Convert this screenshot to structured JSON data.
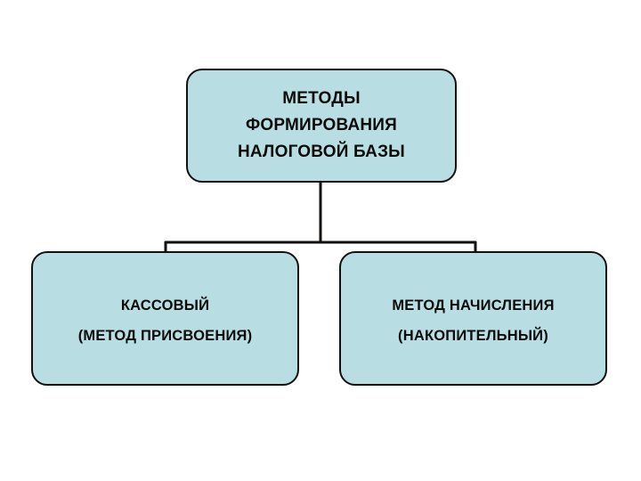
{
  "diagram": {
    "title": "МЕТОДЫ ФОРМИРОВАНИЯ НАЛОГОВОЙ БАЗЫ",
    "orientation": "top-down",
    "colors": {
      "node_fill": "#b8dee4",
      "node_border": "#13110f",
      "text": "#0d0c0b",
      "connector": "#13110f",
      "background": "#ffffff"
    },
    "root": {
      "id": "root",
      "lines": [
        "МЕТОДЫ",
        "ФОРМИРОВАНИЯ",
        "НАЛОГОВОЙ БАЗЫ"
      ]
    },
    "children": [
      {
        "id": "cash-method",
        "lines": [
          "КАССОВЫЙ",
          "(МЕТОД ПРИСВОЕНИЯ)"
        ]
      },
      {
        "id": "accrual-method",
        "lines": [
          "МЕТОД НАЧИСЛЕНИЯ",
          "(НАКОПИТЕЛЬНЫЙ)"
        ]
      }
    ]
  }
}
